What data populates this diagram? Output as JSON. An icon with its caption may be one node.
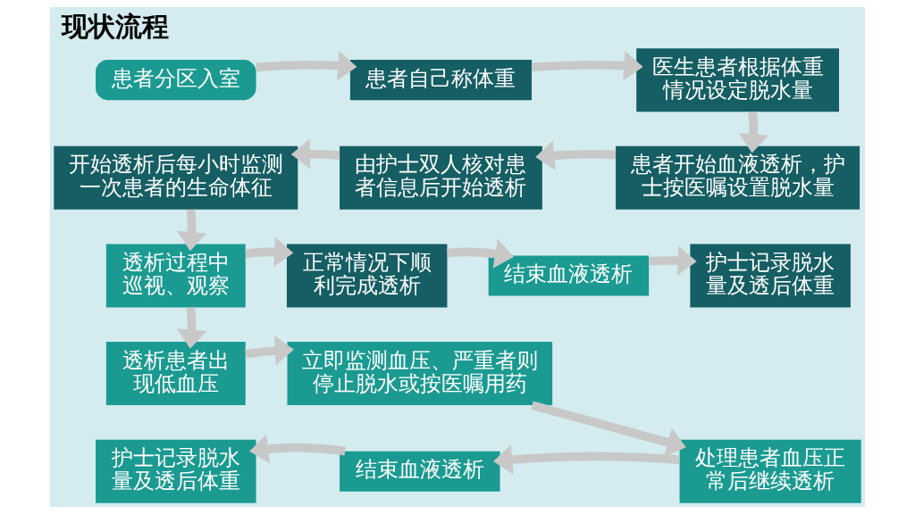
{
  "diagram": {
    "title": "现状流程",
    "nodes": [
      {
        "text": [
          "患者分区入室"
        ]
      },
      {
        "text": [
          "患者自己称体重"
        ]
      },
      {
        "text": [
          "医生患者根据体重情况设定脱水量"
        ]
      },
      {
        "text": [
          "患者开始血液透析，护士按医嘱设置脱水量"
        ]
      },
      {
        "text": [
          "由护士双人核对患者信息后开始透析"
        ]
      },
      {
        "text": [
          "开始透析后每小时监测一次患者的生命体征"
        ]
      },
      {
        "text": [
          "透析过程中巡视、观察"
        ]
      },
      {
        "text": [
          "正常情况下顺利完成透析"
        ]
      },
      {
        "text": [
          "结束血液透析"
        ]
      },
      {
        "text": [
          "护士记录脱水量及透后体重"
        ]
      },
      {
        "text": [
          "透析患者出现低血压"
        ]
      },
      {
        "text": [
          "立即监测血压、严重者则停止脱水或按医嘱用药"
        ]
      },
      {
        "text": [
          "处理患者血压正常后继续透析"
        ]
      },
      {
        "text": [
          "结束血液透析"
        ]
      },
      {
        "text": [
          "护士记录脱水量及透后体重"
        ]
      }
    ],
    "edges": [
      {
        "from": 0,
        "to": 1,
        "arrow": "to"
      },
      {
        "from": 1,
        "to": 2,
        "arrow": "to"
      },
      {
        "from": 2,
        "to": 3,
        "arrow": "to"
      },
      {
        "from": 3,
        "to": 4,
        "arrow": "to"
      },
      {
        "from": 4,
        "to": 5,
        "arrow": "to"
      },
      {
        "from": 5,
        "to": 6,
        "arrow": "to"
      },
      {
        "from": 6,
        "to": 7,
        "arrow": "to"
      },
      {
        "from": 7,
        "to": 8,
        "arrow": "to"
      },
      {
        "from": 8,
        "to": 9,
        "arrow": "to"
      },
      {
        "from": 6,
        "to": 10,
        "arrow": "to"
      },
      {
        "from": 10,
        "to": 11,
        "arrow": "to"
      },
      {
        "from": 11,
        "to": 12,
        "arrow": "to"
      },
      {
        "from": 12,
        "to": 13,
        "arrow": "to"
      },
      {
        "from": 13,
        "to": 14,
        "arrow": "to"
      }
    ]
  }
}
